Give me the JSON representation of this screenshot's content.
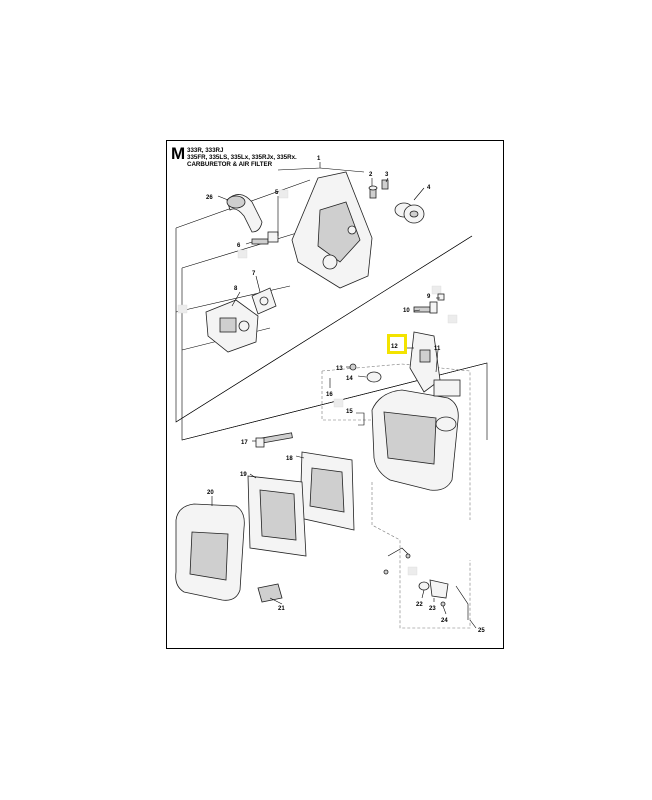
{
  "header": {
    "section_letter": "M",
    "models_line_1": "333R, 333RJ",
    "models_line_2": "335FR, 335LS, 335Lx, 335RJx, 335Rx.",
    "title": "CARBURETOR & AIR FILTER"
  },
  "callouts": [
    "1",
    "2",
    "3",
    "4",
    "5",
    "6",
    "7",
    "8",
    "9",
    "10",
    "11",
    "12",
    "13",
    "14",
    "15",
    "16",
    "17",
    "18",
    "19",
    "20",
    "21",
    "22",
    "23",
    "24",
    "25",
    "26"
  ],
  "highlighted_callout": "12",
  "colors": {
    "highlight": "#f3e300",
    "line": "#000000"
  }
}
